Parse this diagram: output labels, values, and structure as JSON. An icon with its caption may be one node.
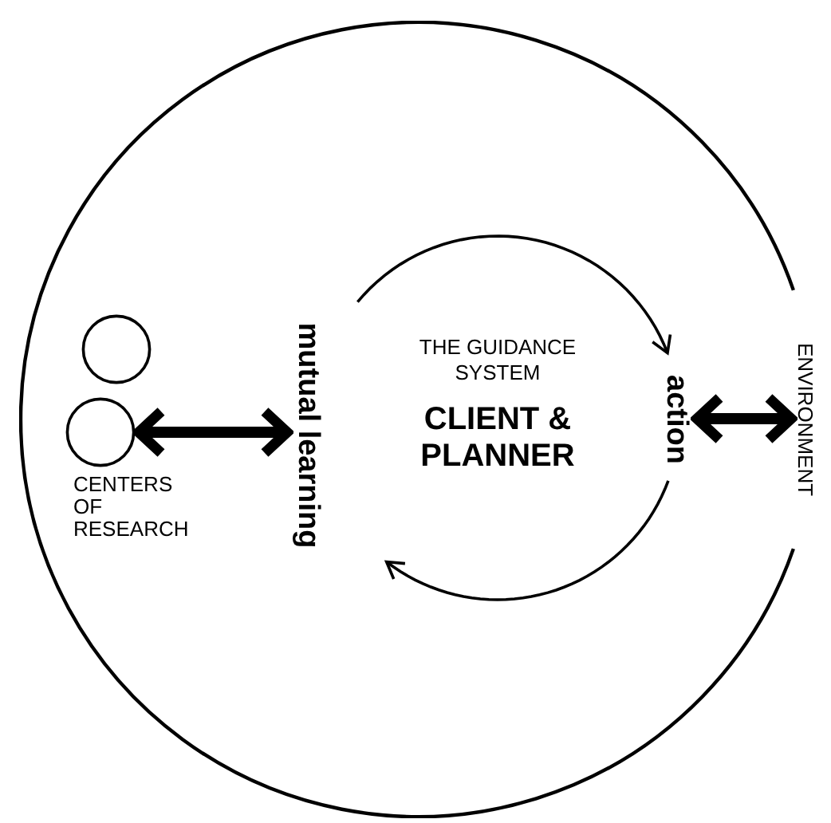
{
  "diagram": {
    "nodes": [
      {
        "text": [
          "ENVIRONMENT"
        ]
      },
      {
        "text": [],
        "shape": "circle",
        "in": 0
      },
      {
        "text": [],
        "shape": "circle",
        "in": 0,
        "beside": [
          "CENTERS OF RESEARCH"
        ]
      },
      {
        "text": [
          "mutual learning"
        ],
        "in": 0
      },
      {
        "text": [
          "action"
        ],
        "in": 0
      },
      {
        "text": [
          "THE GUIDANCE SYSTEM",
          "CLIENT & PLANNER"
        ],
        "in": 0
      }
    ],
    "edges": [
      {
        "from": 2,
        "to": 3,
        "arrow": "both",
        "style": "thick"
      },
      {
        "from": 3,
        "to": 4,
        "arrow": "to"
      },
      {
        "from": 4,
        "to": 3,
        "arrow": "to"
      },
      {
        "from": 4,
        "to": 0,
        "arrow": "both",
        "style": "thick"
      }
    ]
  }
}
